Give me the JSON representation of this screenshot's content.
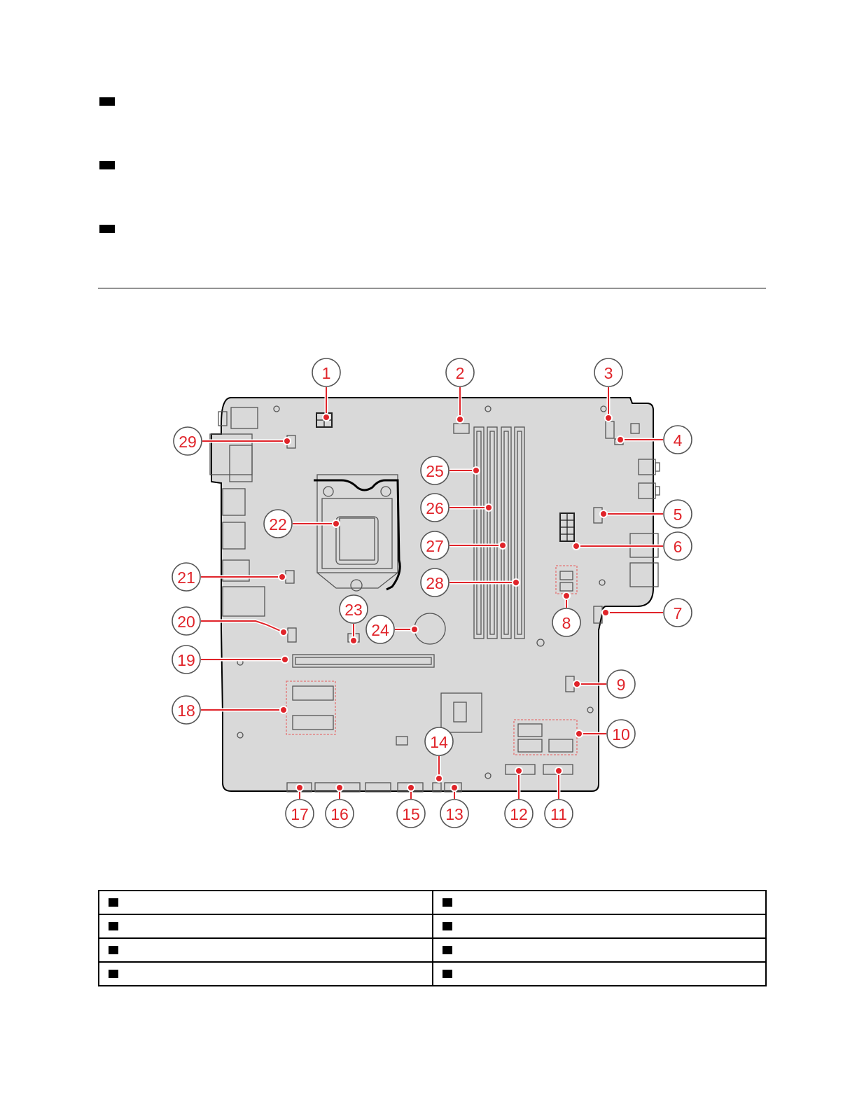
{
  "page": {
    "top_items": [
      {
        "marker": "black-square",
        "text": ""
      },
      {
        "marker": "black-square",
        "text": ""
      },
      {
        "marker": "black-square",
        "text": ""
      }
    ]
  },
  "diagram": {
    "subject": "system board",
    "colors": {
      "callout": "#e0242a",
      "board": "#d9d9d9",
      "outline": "#000000",
      "component": "#555555"
    },
    "callouts": [
      "1",
      "2",
      "3",
      "4",
      "5",
      "6",
      "7",
      "8",
      "9",
      "10",
      "11",
      "12",
      "13",
      "14",
      "15",
      "16",
      "17",
      "18",
      "19",
      "20",
      "21",
      "22",
      "23",
      "24",
      "25",
      "26",
      "27",
      "28",
      "29"
    ]
  },
  "legend_table": {
    "rows": [
      [
        {
          "marker": "black-square",
          "text": ""
        },
        {
          "marker": "black-square",
          "text": ""
        }
      ],
      [
        {
          "marker": "black-square",
          "text": ""
        },
        {
          "marker": "black-square",
          "text": ""
        }
      ],
      [
        {
          "marker": "black-square",
          "text": ""
        },
        {
          "marker": "black-square",
          "text": ""
        }
      ],
      [
        {
          "marker": "black-square",
          "text": ""
        },
        {
          "marker": "black-square",
          "text": ""
        }
      ]
    ]
  }
}
